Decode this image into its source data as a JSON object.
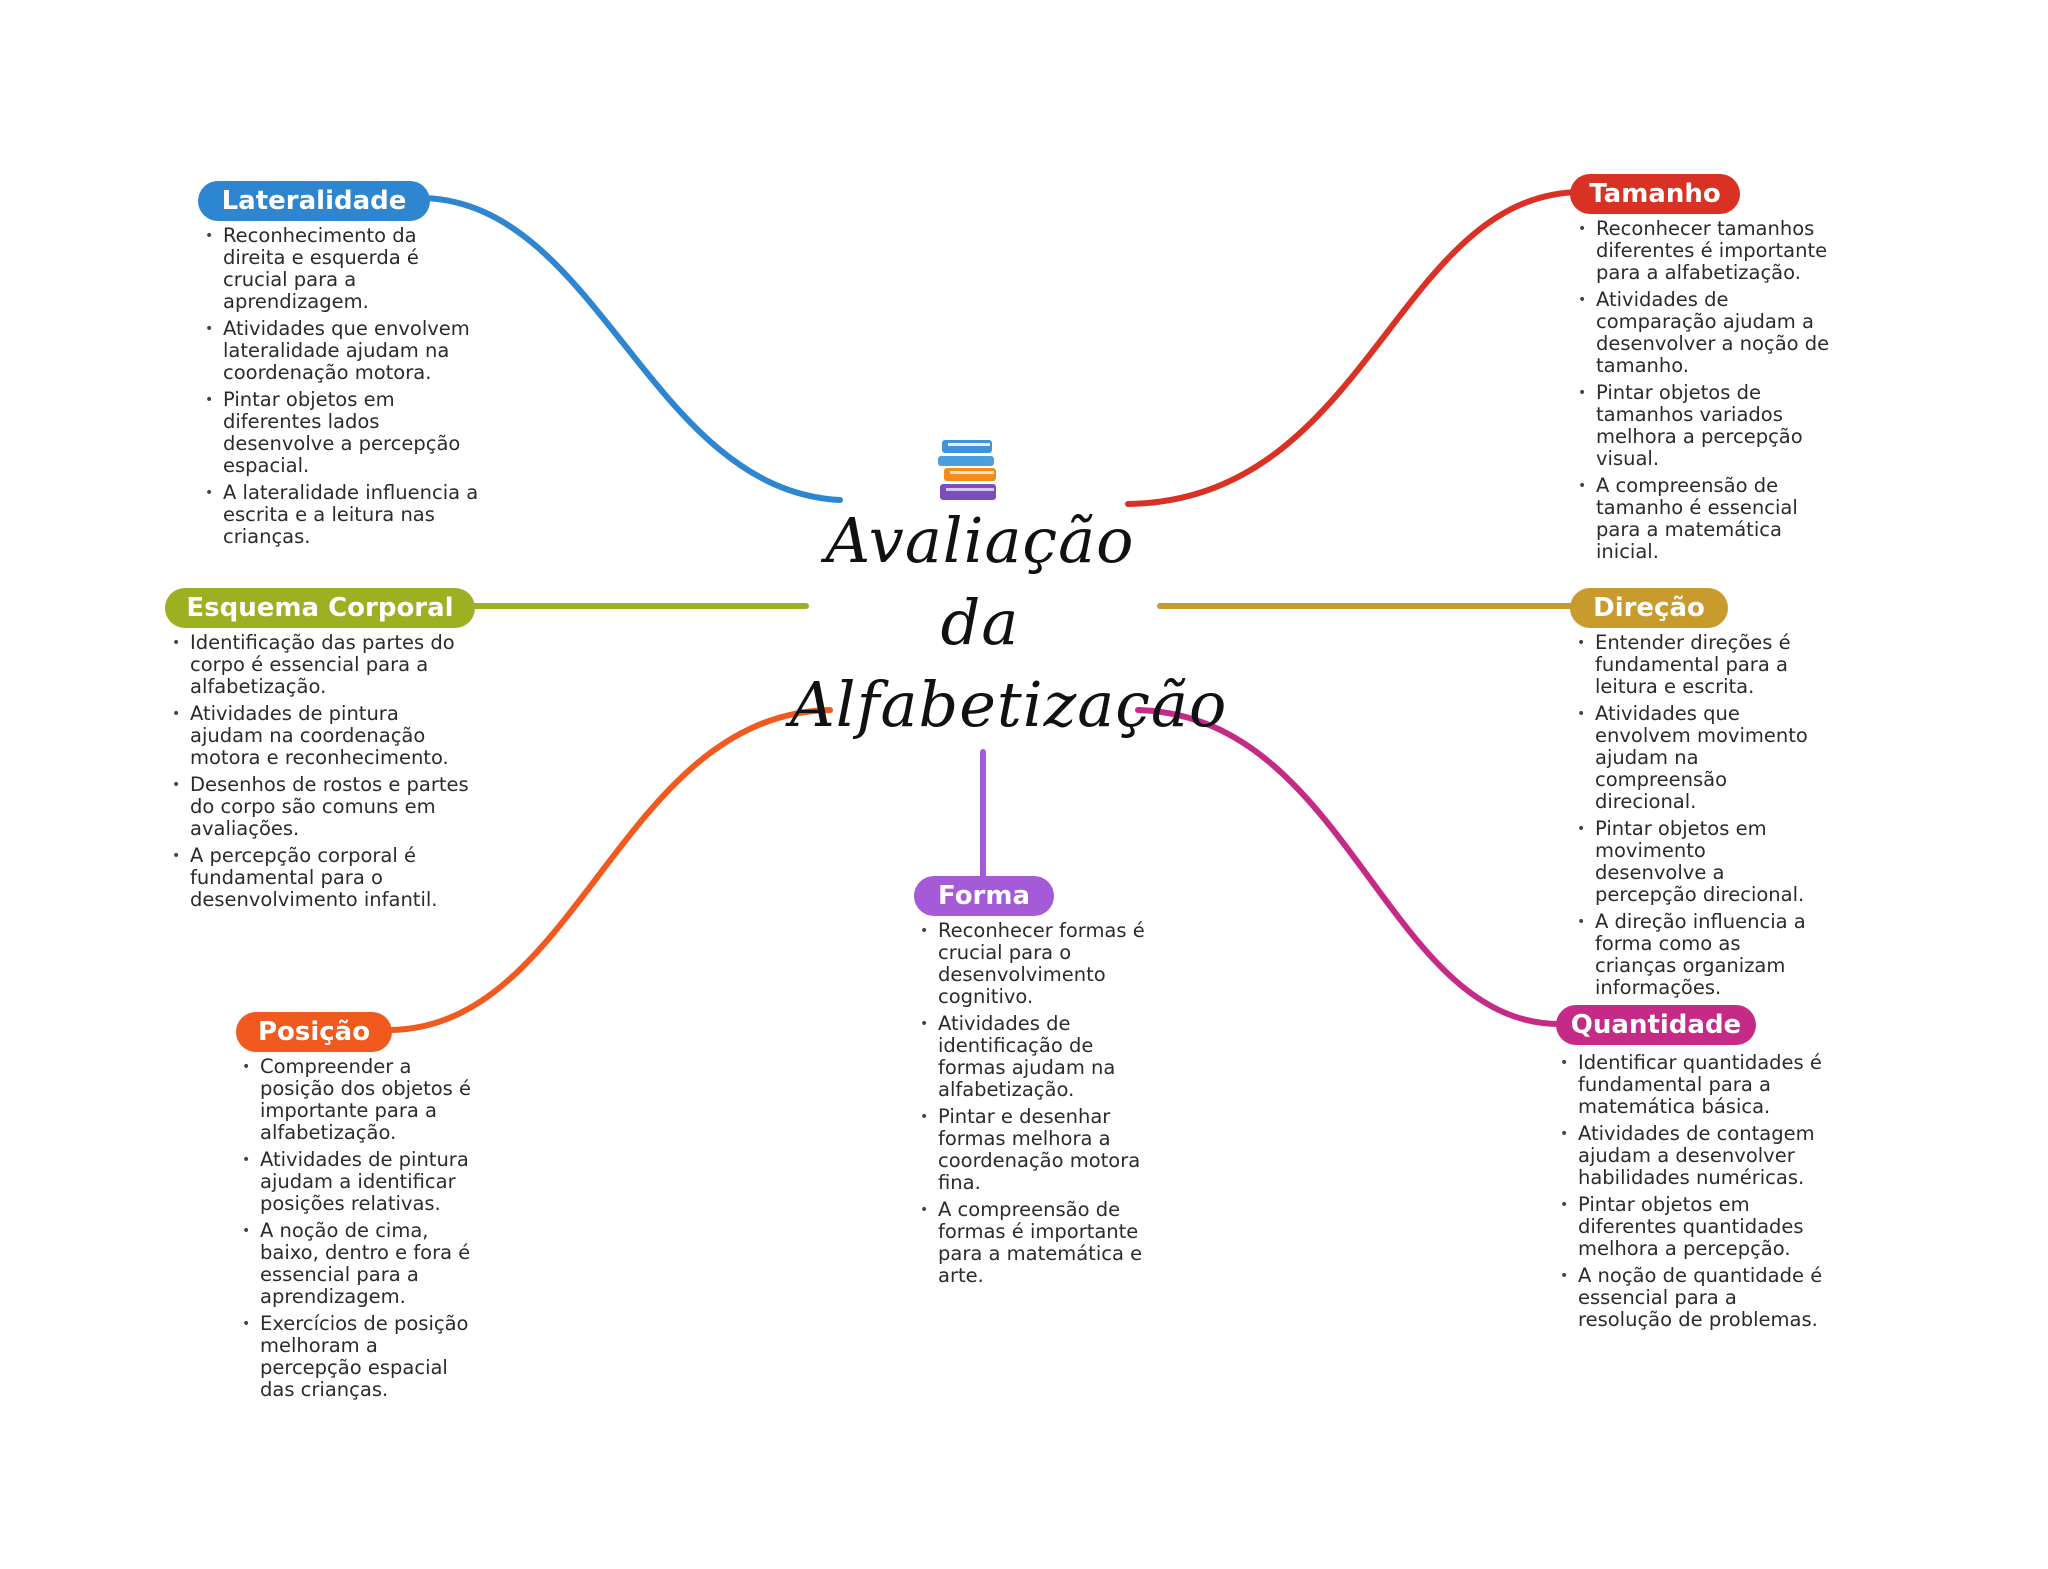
{
  "title": {
    "lines": [
      "Avaliação",
      "da",
      "Alfabetização"
    ]
  },
  "center_icon": "books-stack-icon",
  "branches": [
    {
      "id": "lateralidade",
      "label": "Lateralidade",
      "color": "#2e86d1",
      "items": [
        "Reconhecimento da direita e esquerda é crucial para a aprendizagem.",
        "Atividades que envolvem lateralidade ajudam na coordenação motora.",
        "Pintar objetos em diferentes lados desenvolve a percepção espacial.",
        "A lateralidade influencia a escrita e a leitura nas crianças."
      ]
    },
    {
      "id": "tamanho",
      "label": "Tamanho",
      "color": "#d93224",
      "items": [
        "Reconhecer tamanhos diferentes é importante para a alfabetização.",
        "Atividades de comparação ajudam a desenvolver a noção de tamanho.",
        "Pintar objetos de tamanhos variados melhora a percepção visual.",
        "A compreensão de tamanho é essencial para a matemática inicial."
      ]
    },
    {
      "id": "esquema",
      "label": "Esquema Corporal",
      "color": "#9db021",
      "items": [
        "Identificação das partes do corpo é essencial para a alfabetização.",
        "Atividades de pintura ajudam na coordenação motora e reconhecimento.",
        "Desenhos de rostos e partes do corpo são comuns em avaliações.",
        "A percepção corporal é fundamental para o desenvolvimento infantil."
      ]
    },
    {
      "id": "direcao",
      "label": "Direção",
      "color": "#c99a2c",
      "items": [
        "Entender direções é fundamental para a leitura e escrita.",
        "Atividades que envolvem movimento ajudam na compreensão direcional.",
        "Pintar objetos em movimento desenvolve a percepção direcional.",
        "A direção influencia a forma como as crianças organizam informações."
      ]
    },
    {
      "id": "forma",
      "label": "Forma",
      "color": "#a55ad8",
      "items": [
        "Reconhecer formas é crucial para o desenvolvimento cognitivo.",
        "Atividades de identificação de formas ajudam na alfabetização.",
        "Pintar e desenhar formas melhora a coordenação motora fina.",
        "A compreensão de formas é importante para a matemática e arte."
      ]
    },
    {
      "id": "posicao",
      "label": "Posição",
      "color": "#f05a1e",
      "items": [
        "Compreender a posição dos objetos é importante para a alfabetização.",
        "Atividades de pintura ajudam a identificar posições relativas.",
        "A noção de cima, baixo, dentro e fora é essencial para a aprendizagem.",
        "Exercícios de posição melhoram a percepção espacial das crianças."
      ]
    },
    {
      "id": "quantidade",
      "label": "Quantidade",
      "color": "#c62a87",
      "items": [
        "Identificar quantidades é fundamental para a matemática básica.",
        "Atividades de contagem ajudam a desenvolver habilidades numéricas.",
        "Pintar objetos em diferentes quantidades melhora a percepção.",
        "A noção de quantidade é essencial para a resolução de problemas."
      ]
    }
  ]
}
